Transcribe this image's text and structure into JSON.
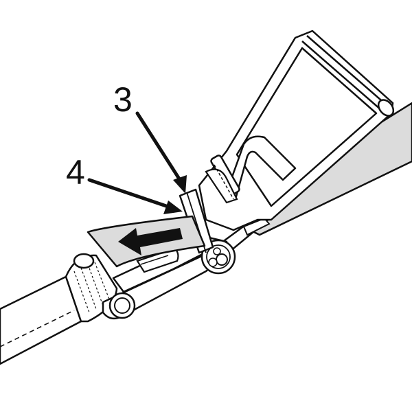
{
  "figure": {
    "callouts": [
      {
        "id": "3",
        "label": "3"
      },
      {
        "id": "4",
        "label": "4"
      }
    ],
    "colors": {
      "outline": "#111111",
      "strap_fill": "#dcdcdc",
      "metal_fill": "#ffffff",
      "arrow_fill": "#111111"
    },
    "icons": [
      "direction-arrow-icon",
      "callout-arrow-icon"
    ]
  }
}
